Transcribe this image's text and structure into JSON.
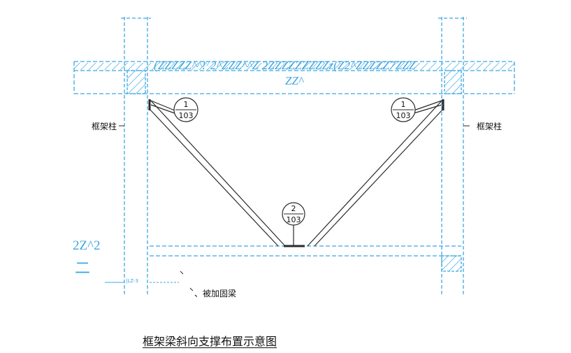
{
  "labels": {
    "beam_code": "(ZZZZZ^^!⁷2^ZZZ^^Z 2ZZZZZZZZZz(Z2^ZZZZZ7ZZZ",
    "beam_code_2": "ZZ^",
    "column_left": "框架柱",
    "column_right": "框架柱",
    "note_code": "2Z^2",
    "note_dash": "二",
    "small_tag": "|LZ-3",
    "strengthen_beam": "、被加固梁",
    "caption": "框架梁斜向支撑布置示意图"
  },
  "callouts": [
    {
      "top": "1",
      "bottom": "103"
    },
    {
      "top": "1",
      "bottom": "103"
    },
    {
      "top": "2",
      "bottom": "103"
    }
  ],
  "colors": {
    "cad_blue": "#3fa7e0",
    "line_dark": "#2a2a2a",
    "text": "#111111"
  }
}
